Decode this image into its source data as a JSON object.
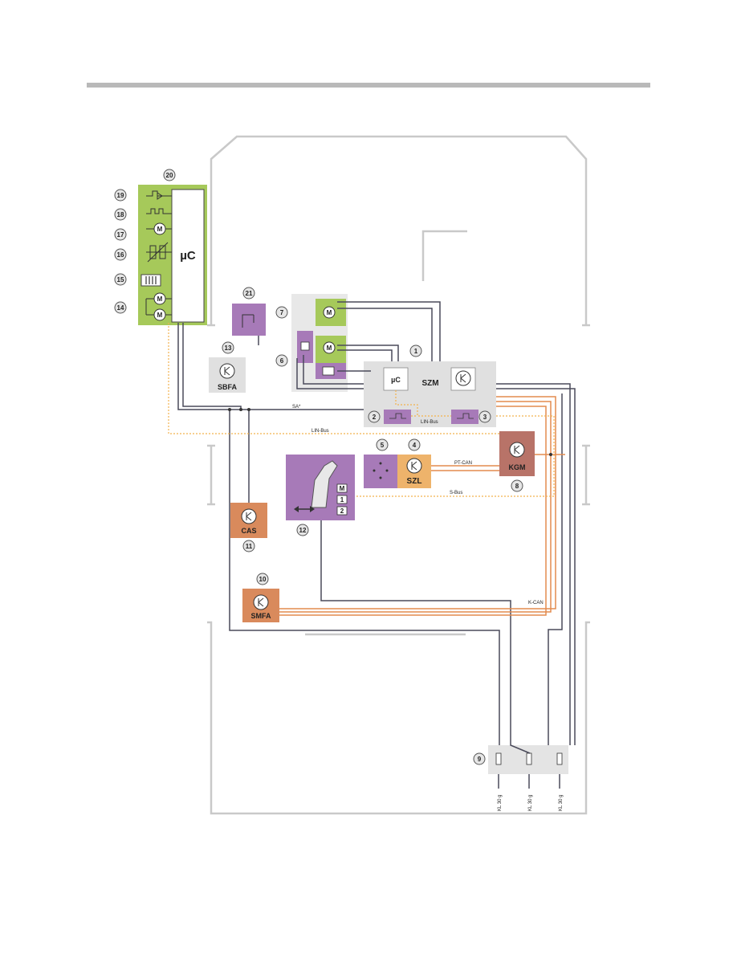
{
  "diagram": {
    "ecus": {
      "szm": "SZM",
      "uc_main": "µC",
      "uc_seat": "µC",
      "sbfa": "SBFA",
      "cas": "CAS",
      "szl": "SZL",
      "kgm": "KGM",
      "smfa": "SMFA"
    },
    "buses": {
      "lin_szm": "LIN-Bus",
      "lin_main": "LIN-Bus",
      "pt_can": "PT-CAN",
      "s_bus": "S-Bus",
      "k_can": "K-CAN",
      "sa": "SA*"
    },
    "motor_symbol": "M",
    "memory_buttons": [
      "M",
      "1",
      "2"
    ],
    "fuse_labels": [
      "KL 30 g",
      "KL 30 g",
      "KL 30 g"
    ],
    "callouts": [
      "1",
      "2",
      "3",
      "4",
      "5",
      "6",
      "7",
      "8",
      "9",
      "10",
      "11",
      "12",
      "13",
      "14",
      "15",
      "16",
      "17",
      "18",
      "19",
      "20",
      "21"
    ],
    "colors": {
      "green": "#a6c95a",
      "purple": "#a77ab8",
      "orange_ecu": "#d98a5c",
      "kgm": "#b87368",
      "szl": "#eeb36b",
      "can_wire": "#e38b4e",
      "lin_wire": "#f2c36a",
      "wire": "#4a4a5a"
    }
  }
}
